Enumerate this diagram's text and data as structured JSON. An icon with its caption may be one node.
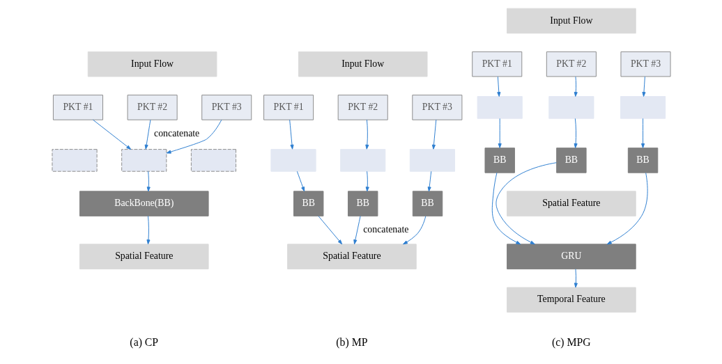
{
  "diagram": {
    "nodes": [
      {
        "text": [
          "Input Flow"
        ]
      },
      {
        "text": [
          "PKT #1"
        ]
      },
      {
        "text": [
          "PKT #2"
        ]
      },
      {
        "text": [
          "PKT #3"
        ]
      },
      {
        "text": [],
        "shape": "box"
      },
      {
        "text": [],
        "shape": "box"
      },
      {
        "text": [],
        "shape": "box"
      },
      {
        "text": [
          "BackBone(BB)"
        ]
      },
      {
        "text": [
          "Spatial Feature"
        ]
      },
      {
        "text": [
          "Input Flow"
        ]
      },
      {
        "text": [
          "PKT #1"
        ]
      },
      {
        "text": [
          "PKT #2"
        ]
      },
      {
        "text": [
          "PKT #3"
        ]
      },
      {
        "text": [],
        "shape": "box"
      },
      {
        "text": [],
        "shape": "box"
      },
      {
        "text": [],
        "shape": "box"
      },
      {
        "text": [
          "BB"
        ]
      },
      {
        "text": [
          "BB"
        ]
      },
      {
        "text": [
          "BB"
        ]
      },
      {
        "text": [
          "Spatial Feature"
        ]
      },
      {
        "text": [
          "Input Flow"
        ]
      },
      {
        "text": [
          "PKT #1"
        ]
      },
      {
        "text": [
          "PKT #2"
        ]
      },
      {
        "text": [
          "PKT #3"
        ]
      },
      {
        "text": [],
        "shape": "box"
      },
      {
        "text": [],
        "shape": "box"
      },
      {
        "text": [],
        "shape": "box"
      },
      {
        "text": [
          "BB"
        ]
      },
      {
        "text": [
          "BB"
        ]
      },
      {
        "text": [
          "BB"
        ]
      },
      {
        "text": [
          "Spatial Feature"
        ]
      },
      {
        "text": [
          "GRU"
        ]
      },
      {
        "text": [
          "Temporal Feature"
        ]
      }
    ],
    "edges": [
      {
        "from": 1,
        "to": 5,
        "arrow": "to"
      },
      {
        "from": 2,
        "to": 5,
        "arrow": "to",
        "label": "concatenate"
      },
      {
        "from": 3,
        "to": 5,
        "arrow": "to"
      },
      {
        "from": 5,
        "to": 7,
        "arrow": "to"
      },
      {
        "from": 7,
        "to": 8,
        "arrow": "to"
      },
      {
        "from": 10,
        "to": 13,
        "arrow": "to"
      },
      {
        "from": 11,
        "to": 14,
        "arrow": "to"
      },
      {
        "from": 12,
        "to": 15,
        "arrow": "to"
      },
      {
        "from": 13,
        "to": 16,
        "arrow": "to"
      },
      {
        "from": 14,
        "to": 17,
        "arrow": "to"
      },
      {
        "from": 15,
        "to": 18,
        "arrow": "to"
      },
      {
        "from": 16,
        "to": 19,
        "arrow": "to"
      },
      {
        "from": 17,
        "to": 19,
        "arrow": "to",
        "label": "concatenate"
      },
      {
        "from": 18,
        "to": 19,
        "arrow": "to"
      },
      {
        "from": 21,
        "to": 24,
        "arrow": "to"
      },
      {
        "from": 22,
        "to": 25,
        "arrow": "to"
      },
      {
        "from": 23,
        "to": 26,
        "arrow": "to"
      },
      {
        "from": 24,
        "to": 27,
        "arrow": "to"
      },
      {
        "from": 25,
        "to": 28,
        "arrow": "to"
      },
      {
        "from": 26,
        "to": 29,
        "arrow": "to"
      },
      {
        "from": 27,
        "to": 31,
        "arrow": "to"
      },
      {
        "from": 28,
        "to": 31,
        "arrow": "to"
      },
      {
        "from": 29,
        "to": 31,
        "arrow": "to"
      },
      {
        "from": 31,
        "to": 32,
        "arrow": "to"
      }
    ],
    "labels": [
      "(a) CP",
      "(b) MP",
      "(c) MPG"
    ]
  }
}
